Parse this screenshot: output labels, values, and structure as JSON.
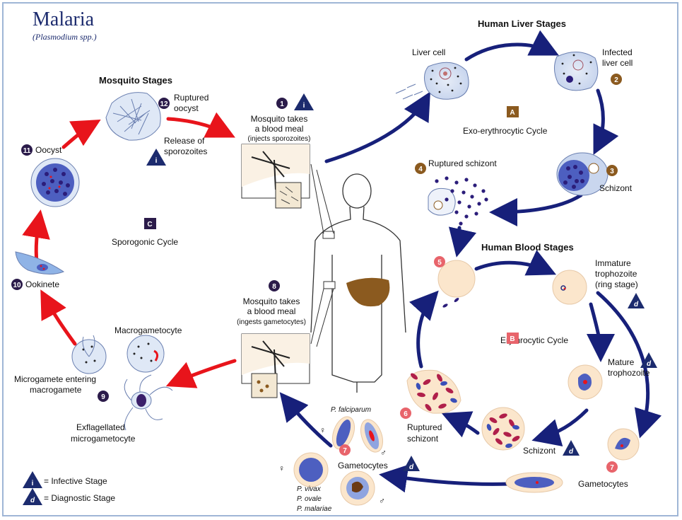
{
  "title": "Malaria",
  "subtitle": "(Plasmodium spp.)",
  "sections": {
    "liver": "Human Liver Stages",
    "blood": "Human Blood Stages",
    "mosquito": "Mosquito Stages"
  },
  "cycles": {
    "exo": {
      "letter": "A",
      "label": "Exo-erythrocytic Cycle"
    },
    "ery": {
      "letter": "B",
      "label": "Erythrocytic Cycle"
    },
    "spo": {
      "letter": "C",
      "label": "Sporogonic Cycle"
    }
  },
  "steps": {
    "s1": {
      "num": "1",
      "line1": "Mosquito takes",
      "line2": "a blood meal",
      "line3": "(injects sporozoites)"
    },
    "s2": {
      "num": "2",
      "line1": "Infected",
      "line2": "liver cell"
    },
    "liver_cell": "Liver cell",
    "s3": {
      "num": "3",
      "label": "Schizont"
    },
    "s4": {
      "num": "4",
      "label": "Ruptured schizont"
    },
    "s5": {
      "num": "5"
    },
    "immature": {
      "line1": "Immature",
      "line2": "trophozoite",
      "line3": "(ring stage)"
    },
    "mature": {
      "line1": "Mature",
      "line2": "trophozoite"
    },
    "schizont_blood": "Schizont",
    "s6": {
      "num": "6",
      "line1": "Ruptured",
      "line2": "schizont"
    },
    "s7": {
      "num": "7",
      "label": "Gametocytes"
    },
    "s7b": {
      "num": "7",
      "label": "Gametocytes"
    },
    "pf": "P. falciparum",
    "pv": "P. vivax",
    "po": "P. ovale",
    "pm": "P. malariae",
    "s8": {
      "num": "8",
      "line1": "Mosquito takes",
      "line2": "a blood meal",
      "line3": "(ingests gametocytes)"
    },
    "macro": "Macrogametocyte",
    "s9": {
      "num": "9",
      "line1": "Microgamete entering",
      "line2": "macrogamete"
    },
    "exfl": {
      "line1": "Exflagellated",
      "line2": "microgametocyte"
    },
    "s10": {
      "num": "10",
      "label": "Ookinete"
    },
    "s11": {
      "num": "11",
      "label": "Oocyst"
    },
    "s12": {
      "num": "12",
      "line1": "Ruptured",
      "line2": "oocyst"
    },
    "release": {
      "line1": "Release of",
      "line2": "sporozoites"
    }
  },
  "legend": {
    "infective": {
      "symbol": "i",
      "label": "= Infective Stage"
    },
    "diagnostic": {
      "symbol": "d",
      "label": "= Diagnostic Stage"
    }
  },
  "symbols": {
    "female": "♀",
    "male": "♂"
  },
  "colors": {
    "blue_arrow": "#17207a",
    "red_arrow": "#e8141b",
    "liver_badge": "#8b5a1f",
    "blood_badge": "#e8646b",
    "mosquito_badge": "#2b1b4a",
    "cell": "#fbe6cc",
    "parasite": "#2b1d7a"
  }
}
